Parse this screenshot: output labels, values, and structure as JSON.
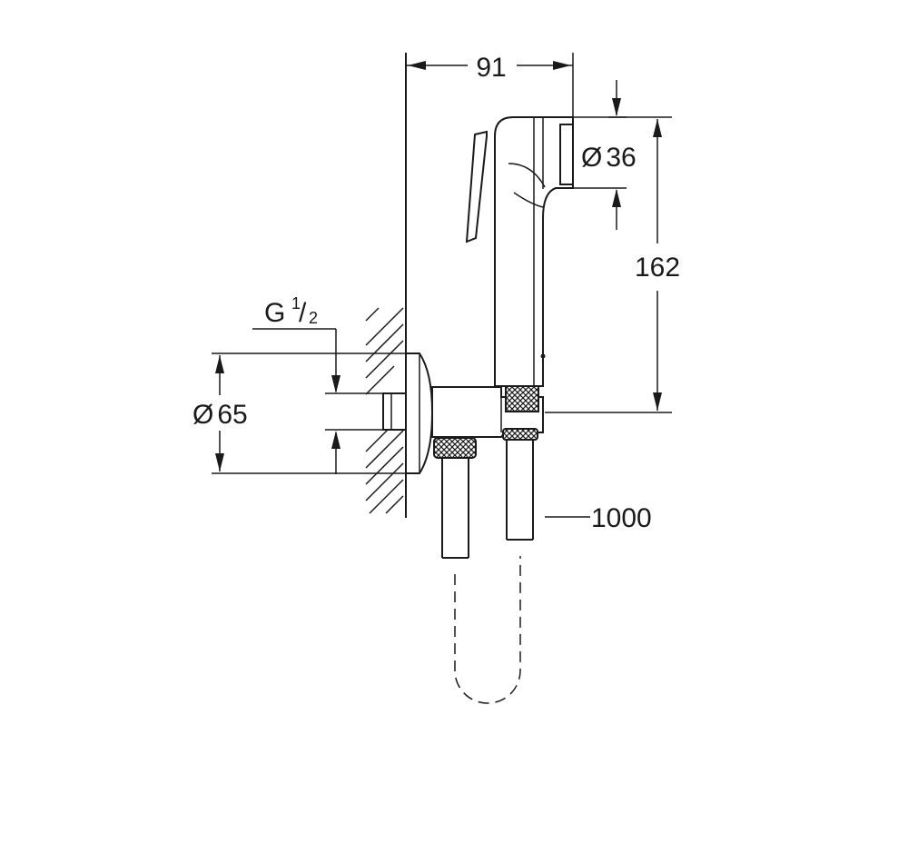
{
  "dimensions": {
    "width_label": "91",
    "spray_diameter_symbol": "Ø",
    "spray_diameter_value": "36",
    "height_label": "162",
    "thread_letter": "G",
    "thread_numerator": "1",
    "thread_denominator": "2",
    "flange_diameter_symbol": "Ø",
    "flange_diameter_value": "65",
    "hose_length_label": "1000"
  }
}
